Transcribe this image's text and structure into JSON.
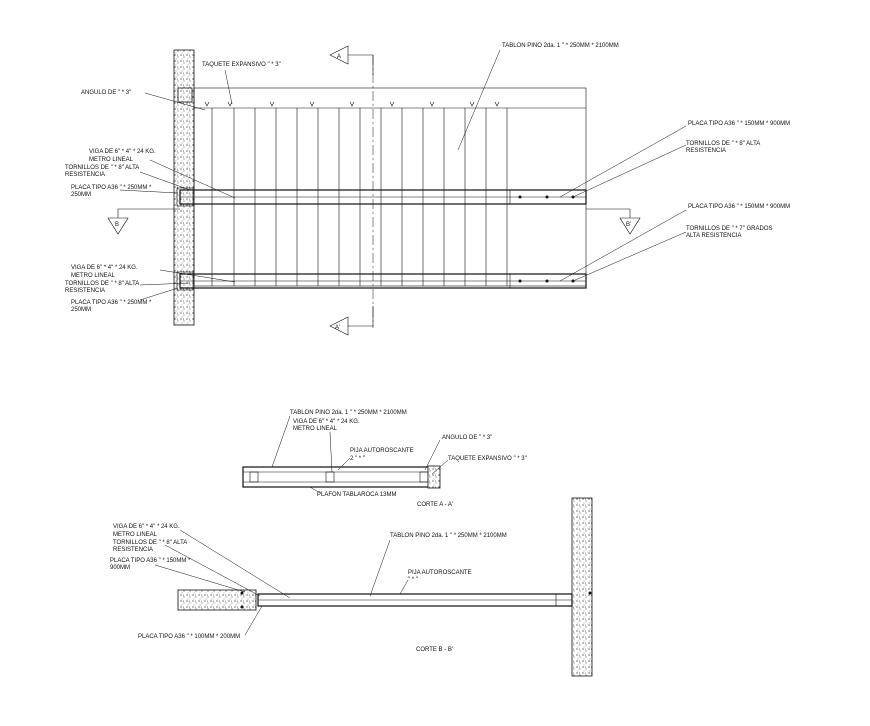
{
  "colors": {
    "line": "#111111",
    "background": "#ffffff"
  },
  "plan": {
    "section_markers": {
      "a_top": "A",
      "a_bottom": "A'",
      "b_left": "B",
      "b_right": "B'"
    },
    "labels": {
      "tablon": "TABLON PINO 2da. 1 \" * 250MM * 2100MM",
      "taquete": "TAQUETE EXPANSIVO  \" * 3\"",
      "angulo": "ANGULO DE  \" * 3\"",
      "viga_1": "VIGA DE 6\" * 4\" * 24 KG.",
      "viga_2": "METRO LINEAL",
      "tornillos_left_1": "TORNILLOS DE  \" * 8\" ALTA",
      "tornillos_left_2": "RESISTENCIA",
      "placa_left_1": "PLACA TIPO A36  \" * 250MM *",
      "placa_left_2": "250MM",
      "viga_b_1": "VIGA DE 6\" * 4\" * 24 KG.",
      "viga_b_2": "METRO LINEAL",
      "tornillos_b_1": "TORNILLOS DE  \" * 8\" ALTA",
      "tornillos_b_2": "RESISTENCIA",
      "placa_b_1": "PLACA TIPO A36  \" * 250MM *",
      "placa_b_2": "250MM",
      "placa_right_1": "PLACA TIPO A36  \" * 150MM * 900MM",
      "tornillos_right_1a": "TORNILLOS DE  \" * 8\" ALTA",
      "tornillos_right_1b": "RESISTENCIA",
      "placa_right_2": "PLACA TIPO A36  \" * 150MM * 900MM",
      "tornillos_right_2a": "TORNILLOS DE  \" * 7\" GRADOS",
      "tornillos_right_2b": "ALTA RESISTENCIA"
    }
  },
  "section_a": {
    "title": "CORTE A - A'",
    "labels": {
      "tablon": "TABLON PINO 2da. 1 \" * 250MM * 2100MM",
      "viga_1": "VIGA DE 6\" * 4\" * 24 KG.",
      "viga_2": "METRO LINEAL",
      "pija_1": "PIJA AUTOROSCANTE",
      "pija_2": "2 \" *  \"",
      "angulo": "ANGULO DE  \" * 3\"",
      "taquete": "TAQUETE EXPANSIVO  \" * 3\"",
      "plafon": "PLAFON TABLAROCA 13MM"
    }
  },
  "section_b": {
    "title": "CORTE B - B'",
    "labels": {
      "viga_1": "VIGA DE 6\" * 4\" * 24 KG.",
      "viga_2": "METRO LINEAL",
      "tornillos_1": "TORNILLOS DE  \" * 8\" ALTA",
      "tornillos_2": "RESISTENCIA",
      "placa_1": "PLACA TIPO A36  \" * 150MM *",
      "placa_2": "900MM",
      "tablon": "TABLON PINO 2da. 1 \" * 250MM * 2100MM",
      "pija_1": "PIJA AUTOROSCANTE",
      "pija_2": " \" * \"",
      "placa_bottom": "PLACA TIPO A36  \" * 100MM * 200MM"
    }
  }
}
